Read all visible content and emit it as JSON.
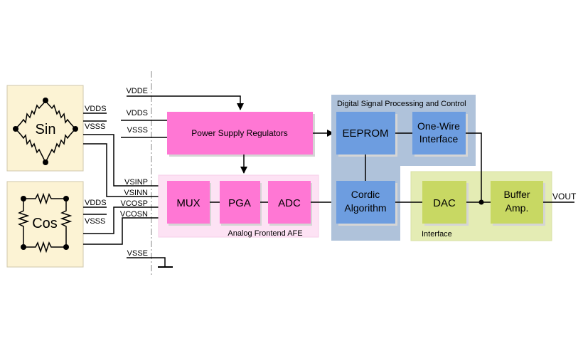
{
  "diagram": {
    "sensors": {
      "sin": {
        "label": "Sin",
        "vdd": "VDDS",
        "vss": "VSSS"
      },
      "cos": {
        "label": "Cos",
        "vdd": "VDDS",
        "vss": "VSSS"
      }
    },
    "supply_inputs": {
      "vdde": "VDDE",
      "vdds": "VDDS",
      "vsss": "VSSS",
      "vsse": "VSSE"
    },
    "signal_inputs": [
      "VSINP",
      "VSINN",
      "VCOSP",
      "VCOSN"
    ],
    "power_block": {
      "label": "Power Supply Regulators"
    },
    "afe": {
      "title": "Analog Frontend AFE",
      "blocks": [
        "MUX",
        "PGA",
        "ADC"
      ]
    },
    "dsp": {
      "title": "Digital Signal Processing and Control",
      "eeprom": "EEPROM",
      "onewire": [
        "One-Wire",
        "Interface"
      ],
      "cordic": [
        "Cordic",
        "Algorithm"
      ]
    },
    "interface": {
      "title": "Interface",
      "dac": "DAC",
      "buffer": [
        "Buffer",
        "Amp."
      ]
    },
    "output": "VOUT",
    "colors": {
      "sensor_bg": "#fcf3d4",
      "pink_block": "#ff77d4",
      "afe_bg": "#fde2f4",
      "dsp_bg": "#afc2da",
      "blue_block": "#6d9de0",
      "interface_bg": "#e4ecb4",
      "green_block": "#c8d863",
      "shadow": "#d5d5d5"
    }
  }
}
